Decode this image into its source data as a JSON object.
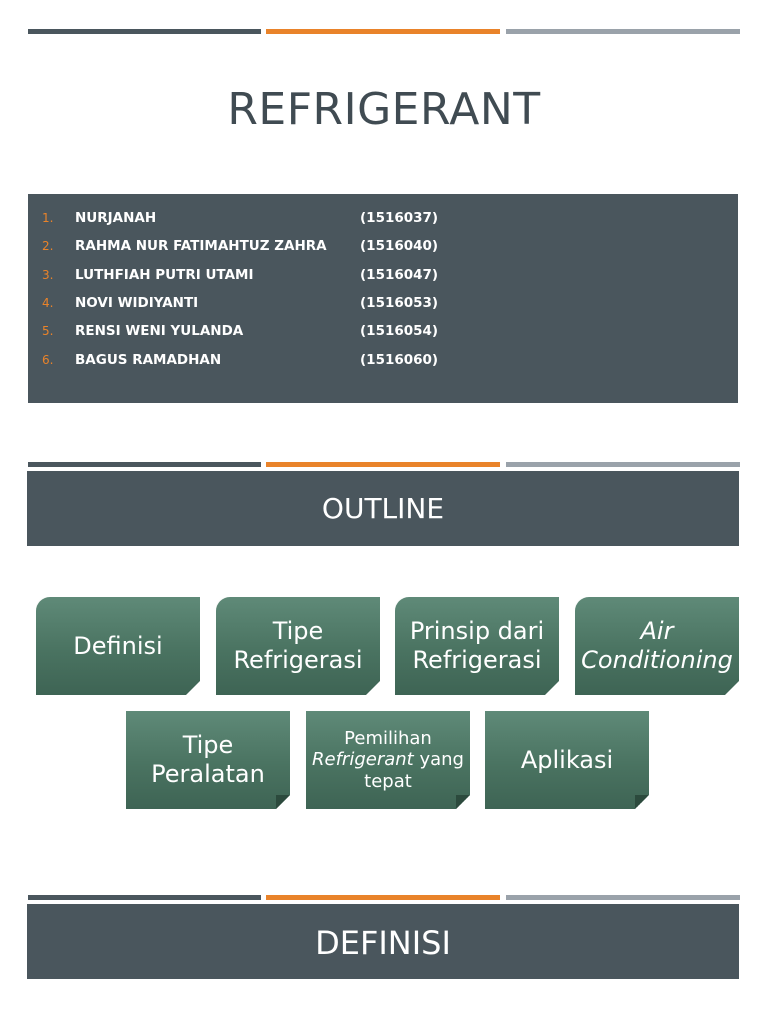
{
  "title": "REFRIGERANT",
  "members": [
    {
      "num": "1.",
      "name": "NURJANAH",
      "nim": "(1516037)"
    },
    {
      "num": "2.",
      "name": "RAHMA NUR FATIMAHTUZ ZAHRA",
      "nim": "(1516040)"
    },
    {
      "num": "3.",
      "name": "LUTHFIAH PUTRI UTAMI",
      "nim": "(1516047)"
    },
    {
      "num": "4.",
      "name": "NOVI WIDIYANTI",
      "nim": "(1516053)"
    },
    {
      "num": "5.",
      "name": "RENSI WENI YULANDA",
      "nim": "(1516054)"
    },
    {
      "num": "6.",
      "name": "BAGUS RAMADHAN",
      "nim": "(1516060)"
    }
  ],
  "outline": {
    "title": "OUTLINE",
    "items_row1": [
      "Definisi",
      "Tipe Refrigerasi",
      "Prinsip dari Refrigerasi",
      "Air Conditioning"
    ],
    "items_row2": [
      "Tipe Peralatan",
      "Pemilihan Refrigerant yang tepat",
      "Aplikasi"
    ]
  },
  "definisi": {
    "title": "DEFINISI"
  },
  "colors": {
    "dark": "#4a565d",
    "orange": "#e9832a",
    "gray": "#9aa2aa",
    "green": "#4a7361"
  }
}
